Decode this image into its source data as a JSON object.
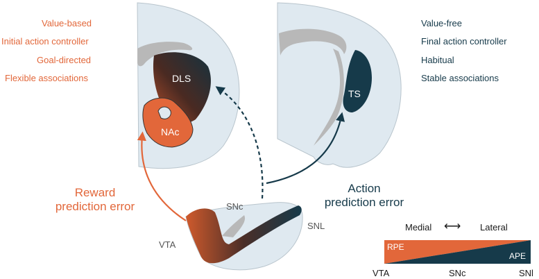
{
  "left_properties": [
    "Value-based",
    "Initial action controller",
    "Goal-directed",
    "Flexible associations"
  ],
  "right_properties": [
    "Value-free",
    "Final action controller",
    "Habitual",
    "Stable associations"
  ],
  "regions": {
    "dls": "DLS",
    "nac": "NAc",
    "ts": "TS",
    "snc": "SNc",
    "snl": "SNL",
    "vta": "VTA"
  },
  "signals": {
    "reward_line1": "Reward",
    "reward_line2": "prediction error",
    "action_line1": "Action",
    "action_line2": "prediction error"
  },
  "gradient": {
    "medial": "Medial",
    "arrow": "⟷",
    "lateral": "Lateral",
    "rpe": "RPE",
    "ape": "APE",
    "axis": [
      "VTA",
      "SNc",
      "SNl"
    ]
  },
  "colors": {
    "orange": "#e2673a",
    "navy": "#163a4a",
    "tissue": "#dfe9f0",
    "fiber": "#b8b8b8"
  }
}
